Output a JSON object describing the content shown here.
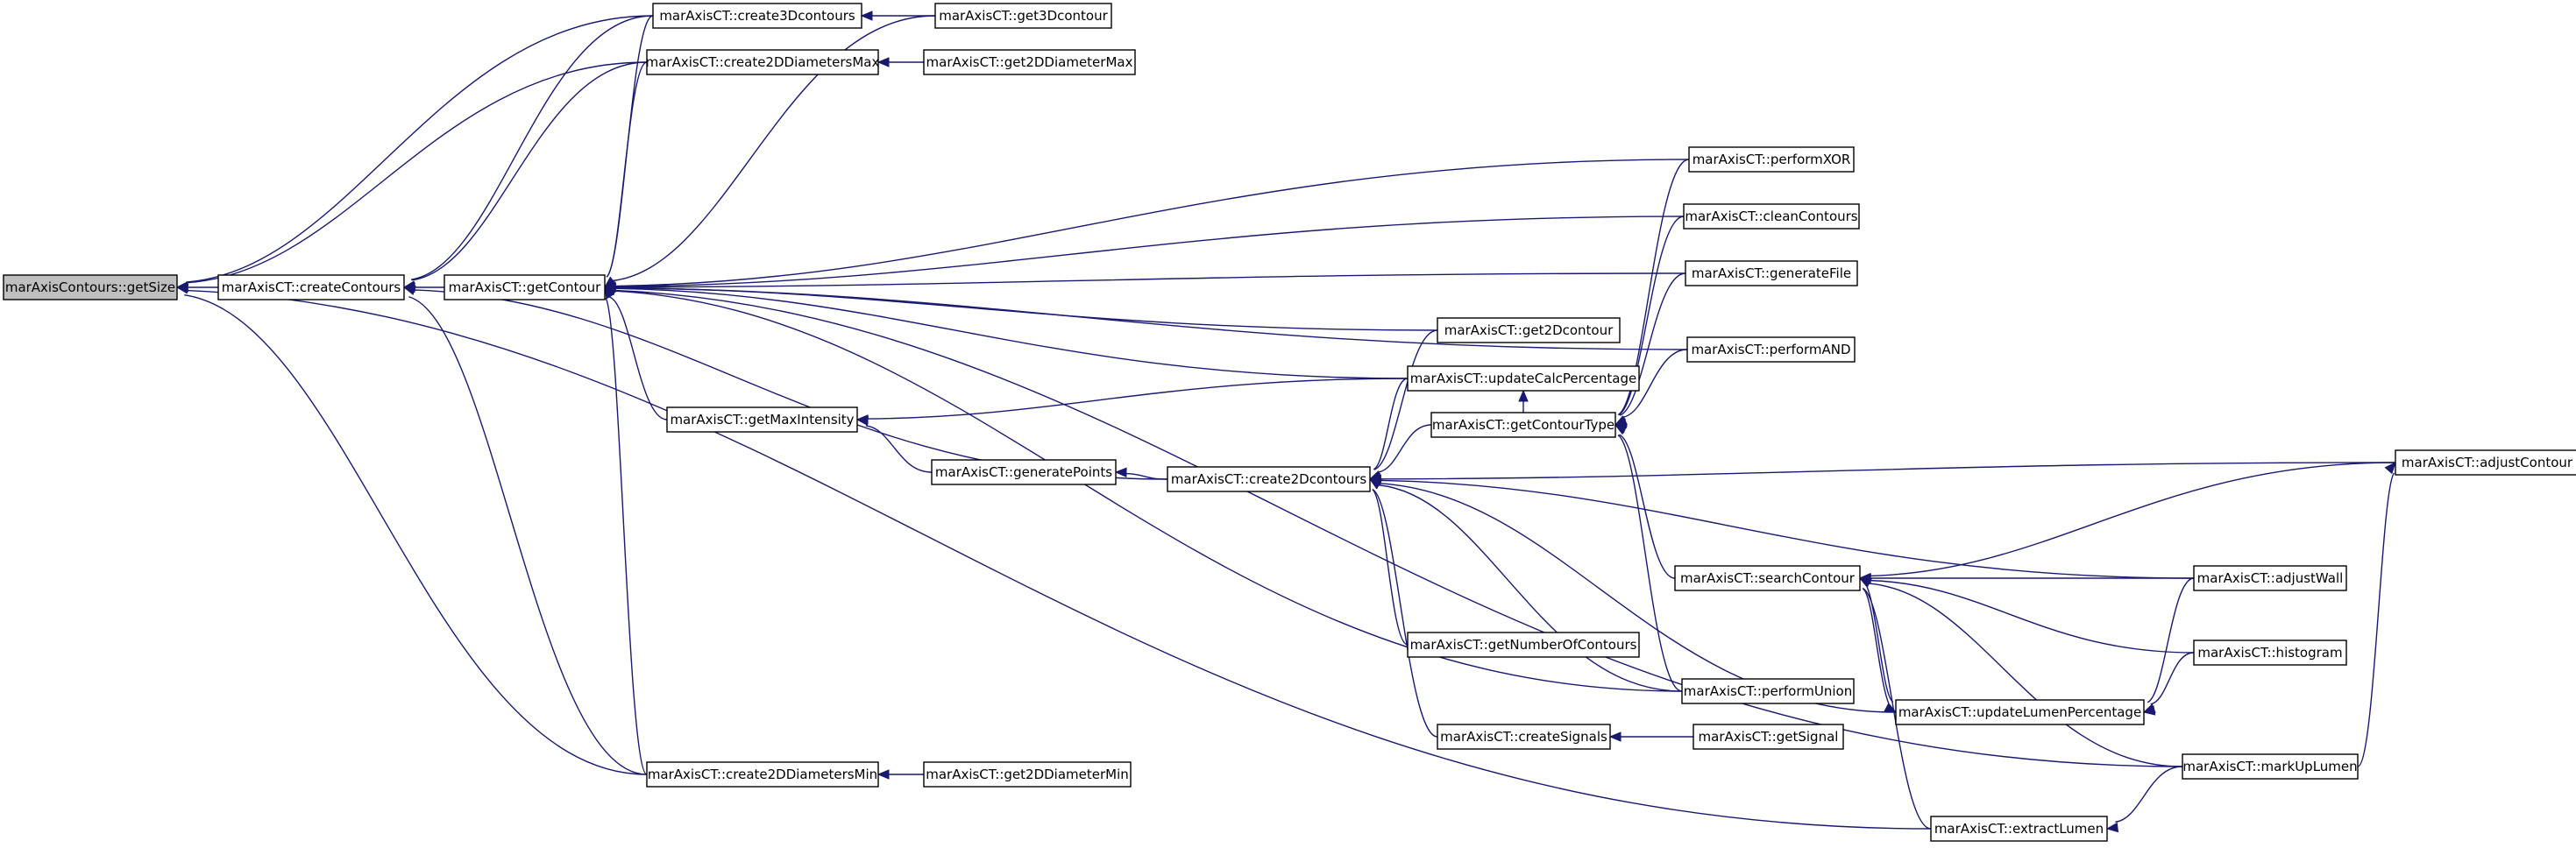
{
  "graph": {
    "edge_color": "#191970",
    "root_fill": "#bfbfbf",
    "nodes": {
      "getSize": "marAxisContours::getSize",
      "createContours": "marAxisCT::createContours",
      "getContour": "marAxisCT::getContour",
      "create3Dcontours": "marAxisCT::create3Dcontours",
      "get3Dcontour": "marAxisCT::get3Dcontour",
      "create2DDiametersMax": "marAxisCT::create2DDiametersMax",
      "get2DDiameterMax": "marAxisCT::get2DDiameterMax",
      "performXOR": "marAxisCT::performXOR",
      "cleanContours": "marAxisCT::cleanContours",
      "generateFile": "marAxisCT::generateFile",
      "get2Dcontour": "marAxisCT::get2Dcontour",
      "performAND": "marAxisCT::performAND",
      "updateCalcPercentage": "marAxisCT::updateCalcPercentage",
      "getMaxIntensity": "marAxisCT::getMaxIntensity",
      "getContourType": "marAxisCT::getContourType",
      "generatePoints": "marAxisCT::generatePoints",
      "create2Dcontours": "marAxisCT::create2Dcontours",
      "adjustContour": "marAxisCT::adjustContour",
      "searchContour": "marAxisCT::searchContour",
      "adjustWall": "marAxisCT::adjustWall",
      "getNumberOfContours": "marAxisCT::getNumberOfContours",
      "histogram": "marAxisCT::histogram",
      "performUnion": "marAxisCT::performUnion",
      "updateLumenPercentage": "marAxisCT::updateLumenPercentage",
      "createSignals": "marAxisCT::createSignals",
      "getSignal": "marAxisCT::getSignal",
      "markUpLumen": "marAxisCT::markUpLumen",
      "create2DDiametersMin": "marAxisCT::create2DDiametersMin",
      "get2DDiameterMin": "marAxisCT::get2DDiameterMin",
      "extractLumen": "marAxisCT::extractLumen"
    },
    "edges": [
      [
        "createContours",
        "getSize"
      ],
      [
        "create3Dcontours",
        "getSize"
      ],
      [
        "create2DDiametersMax",
        "getSize"
      ],
      [
        "create2DDiametersMin",
        "getSize"
      ],
      [
        "extractLumen",
        "getSize"
      ],
      [
        "getContour",
        "createContours"
      ],
      [
        "create3Dcontours",
        "createContours"
      ],
      [
        "create2DDiametersMax",
        "createContours"
      ],
      [
        "create2DDiametersMin",
        "createContours"
      ],
      [
        "create2Dcontours",
        "createContours"
      ],
      [
        "get3Dcontour",
        "create3Dcontours"
      ],
      [
        "get2DDiameterMax",
        "create2DDiametersMax"
      ],
      [
        "get2DDiameterMin",
        "create2DDiametersMin"
      ],
      [
        "create3Dcontours",
        "getContour"
      ],
      [
        "create2DDiametersMax",
        "getContour"
      ],
      [
        "get3Dcontour",
        "getContour"
      ],
      [
        "performXOR",
        "getContour"
      ],
      [
        "cleanContours",
        "getContour"
      ],
      [
        "generateFile",
        "getContour"
      ],
      [
        "performAND",
        "getContour"
      ],
      [
        "get2Dcontour",
        "getContour"
      ],
      [
        "updateCalcPercentage",
        "getContour"
      ],
      [
        "getMaxIntensity",
        "getContour"
      ],
      [
        "performUnion",
        "getContour"
      ],
      [
        "markUpLumen",
        "getContour"
      ],
      [
        "create2DDiametersMin",
        "getContour"
      ],
      [
        "updateCalcPercentage",
        "getMaxIntensity"
      ],
      [
        "generatePoints",
        "getMaxIntensity"
      ],
      [
        "create2Dcontours",
        "generatePoints"
      ],
      [
        "get2Dcontour",
        "create2Dcontours"
      ],
      [
        "updateCalcPercentage",
        "create2Dcontours"
      ],
      [
        "getContourType",
        "create2Dcontours"
      ],
      [
        "adjustContour",
        "create2Dcontours"
      ],
      [
        "adjustWall",
        "create2Dcontours"
      ],
      [
        "getNumberOfContours",
        "create2Dcontours"
      ],
      [
        "createSignals",
        "create2Dcontours"
      ],
      [
        "updateLumenPercentage",
        "create2Dcontours"
      ],
      [
        "performUnion",
        "create2Dcontours"
      ],
      [
        "getContourType",
        "updateCalcPercentage"
      ],
      [
        "performXOR",
        "getContourType"
      ],
      [
        "cleanContours",
        "getContourType"
      ],
      [
        "generateFile",
        "getContourType"
      ],
      [
        "performAND",
        "getContourType"
      ],
      [
        "searchContour",
        "getContourType"
      ],
      [
        "performUnion",
        "getContourType"
      ],
      [
        "adjustContour",
        "searchContour"
      ],
      [
        "adjustWall",
        "searchContour"
      ],
      [
        "histogram",
        "searchContour"
      ],
      [
        "updateLumenPercentage",
        "searchContour"
      ],
      [
        "markUpLumen",
        "searchContour"
      ],
      [
        "extractLumen",
        "searchContour"
      ],
      [
        "adjustWall",
        "updateLumenPercentage"
      ],
      [
        "histogram",
        "updateLumenPercentage"
      ],
      [
        "searchContour",
        "updateLumenPercentage"
      ],
      [
        "getSignal",
        "createSignals"
      ],
      [
        "markUpLumen",
        "adjustContour"
      ],
      [
        "markUpLumen",
        "extractLumen"
      ]
    ]
  }
}
